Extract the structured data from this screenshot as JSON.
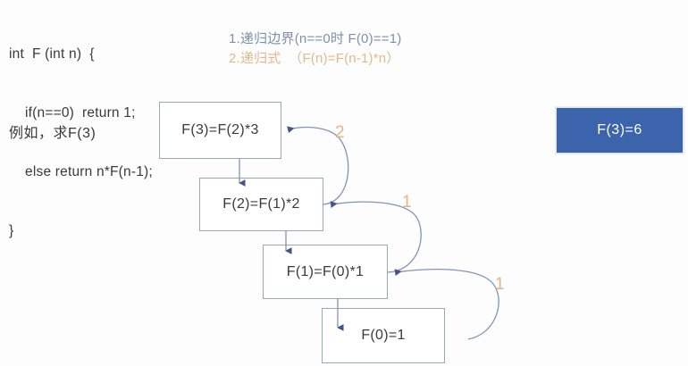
{
  "code": {
    "lines": [
      "int  F (int n)  {",
      "    if(n==0)  return 1;",
      "    else return n*F(n-1);",
      "}"
    ],
    "full_text": "int  F (int n)  {\n    if(n==0)  return 1;\n    else return n*F(n-1);\n}"
  },
  "annotations": [
    {
      "text": "1.递归边界(n==0时 F(0)==1)",
      "color": "#7f90ab"
    },
    {
      "text": "2.递归式  （F(n)=F(n-1)*n）",
      "color": "#e2b98c"
    }
  ],
  "example_label": "例如，求F(3)",
  "call_stack": {
    "boxes": [
      {
        "id": "box-f3",
        "label": "F(3)=F(2)*3"
      },
      {
        "id": "box-f2",
        "label": "F(2)=F(1)*2"
      },
      {
        "id": "box-f1",
        "label": "F(1)=F(0)*1"
      },
      {
        "id": "box-f0",
        "label": "F(0)=1"
      }
    ],
    "border_color": "#9aa7b4",
    "arrow_color": "#8294b5"
  },
  "return_steps": [
    {
      "id": "step-2",
      "label": "2",
      "from": "F(2)",
      "to": "F(3)"
    },
    {
      "id": "step-1a",
      "label": "1",
      "from": "F(1)",
      "to": "F(2)"
    },
    {
      "id": "step-1b",
      "label": "1",
      "from": "F(0)",
      "to": "F(1)"
    }
  ],
  "result": {
    "label": "F(3)=6",
    "background": "#3b64ac",
    "text_color": "#ffffff"
  },
  "colors": {
    "page_background": "#fdfdfd",
    "code_text": "#3a3a3a",
    "step_number": "#e0b48a"
  }
}
